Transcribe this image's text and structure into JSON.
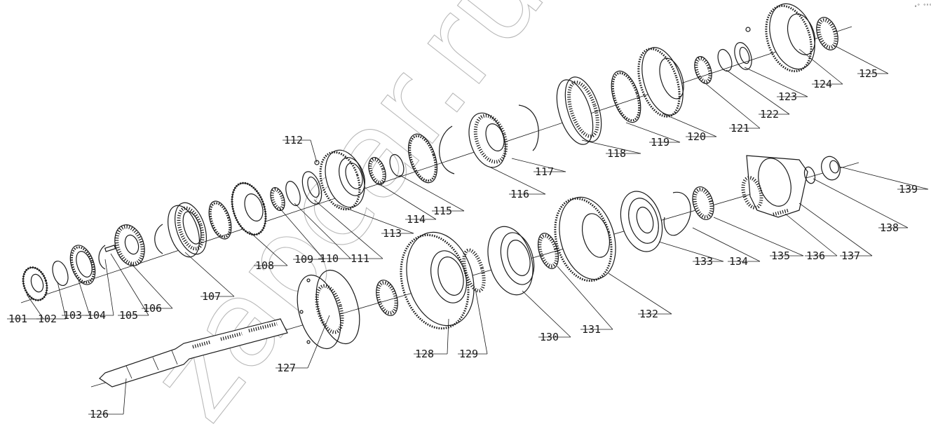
{
  "watermark": "zapcar.ru",
  "corner_mark": "ₒᵒ ᵒᵒᵒ",
  "labels": [
    "101",
    "102",
    "103",
    "104",
    "105",
    "106",
    "107",
    "108",
    "109",
    "110",
    "111",
    "112",
    "113",
    "114",
    "115",
    "116",
    "117",
    "118",
    "119",
    "120",
    "121",
    "122",
    "123",
    "124",
    "125",
    "126",
    "127",
    "128",
    "129",
    "130",
    "131",
    "132",
    "133",
    "134",
    "135",
    "136",
    "137",
    "138",
    "139"
  ]
}
